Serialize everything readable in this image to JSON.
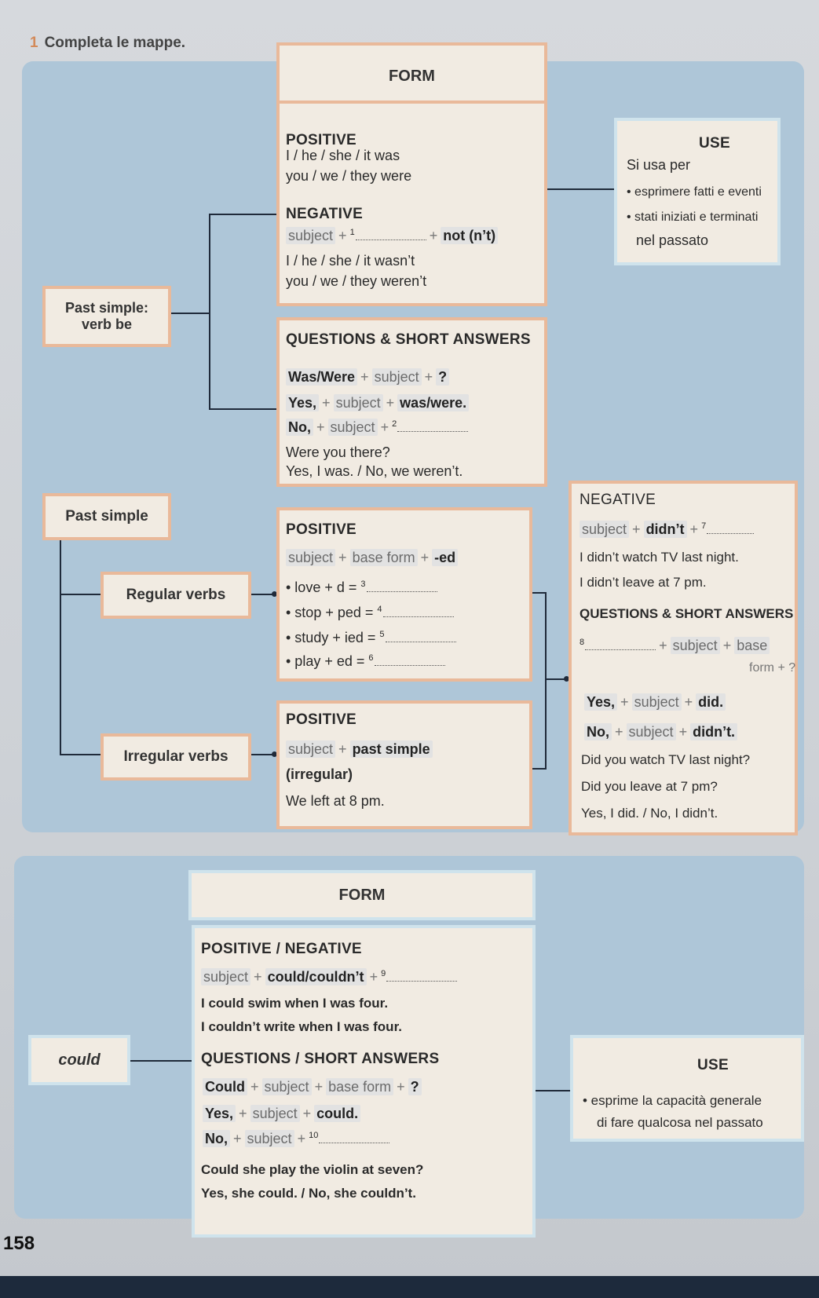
{
  "exercise": {
    "number": "1",
    "instruction": "Completa le mappe."
  },
  "map1": {
    "form_title": "FORM",
    "verb_be_label_1": "Past simple:",
    "verb_be_label_2": "verb be",
    "positive": {
      "heading": "POSITIVE",
      "line1": "I / he / she / it was",
      "line2": "you / we / they were"
    },
    "negative": {
      "heading": "NEGATIVE",
      "subject": "subject",
      "plus": "+",
      "blank_num": "1",
      "not": "not (n’t)",
      "line1": "I / he / she / it wasn’t",
      "line2": "you / we / they weren’t"
    },
    "use": {
      "heading": "USE",
      "intro": "Si usa per",
      "bullet1": "• esprimere fatti e eventi",
      "bullet2": "• stati iniziati e terminati",
      "bullet2b": "nel passato"
    },
    "questions": {
      "heading": "QUESTIONS & SHORT ANSWERS",
      "q_verb": "Was/Were",
      "subject": "subject",
      "plus": "+",
      "qmark": "?",
      "yes": "Yes,",
      "was_were": "was/were.",
      "no": "No,",
      "blank_num": "2",
      "example_q": "Were you there?",
      "example_a": "Yes, I was. / No, we weren’t."
    }
  },
  "map2": {
    "root": "Past simple",
    "regular_label": "Regular verbs",
    "irregular_label": "Irregular verbs",
    "reg_positive": {
      "heading": "POSITIVE",
      "subject": "subject",
      "base": "base form",
      "ed": "-ed",
      "items": [
        {
          "text": "• love + d = ",
          "num": "3"
        },
        {
          "text": "• stop + ped = ",
          "num": "4"
        },
        {
          "text": "• study + ied = ",
          "num": "5"
        },
        {
          "text": "• play + ed = ",
          "num": "6"
        }
      ]
    },
    "irr_positive": {
      "heading": "POSITIVE",
      "subject": "subject",
      "past": "past simple",
      "irregular": "(irregular)",
      "example": "We left at 8 pm."
    },
    "negative": {
      "heading": "NEGATIVE",
      "subject": "subject",
      "didnt": "didn’t",
      "blank_num": "7",
      "ex1": "I didn’t watch TV last night.",
      "ex2": "I didn’t leave at 7 pm."
    },
    "questions": {
      "heading": "QUESTIONS & SHORT ANSWERS",
      "blank_num": "8",
      "subject": "subject",
      "base": "base",
      "form_q": "form + ?",
      "yes": "Yes,",
      "did": "did.",
      "no": "No,",
      "didnt": "didn’t.",
      "ex1": "Did you watch TV last night?",
      "ex2": "Did you leave at 7 pm?",
      "ex3": "Yes, I did. / No, I didn’t."
    }
  },
  "map3": {
    "form_title": "FORM",
    "root": "could",
    "posneg": {
      "heading": "POSITIVE / NEGATIVE",
      "subject": "subject",
      "could": "could/couldn’t",
      "blank_num": "9",
      "ex1": "I could swim when I was four.",
      "ex2": "I couldn’t write when I was four."
    },
    "questions": {
      "heading": "QUESTIONS / SHORT ANSWERS",
      "could_q": "Could",
      "subject": "subject",
      "base": "base form",
      "qmark": "?",
      "yes": "Yes,",
      "could_a": "could.",
      "no": "No,",
      "blank_num": "10",
      "ex_q": "Could she play the violin at seven?",
      "ex_a": "Yes, she could. / No, she couldn’t."
    },
    "use": {
      "heading": "USE",
      "line1": "• esprime la capacità generale",
      "line2": "di fare qualcosa nel passato"
    }
  },
  "page_number": "158"
}
